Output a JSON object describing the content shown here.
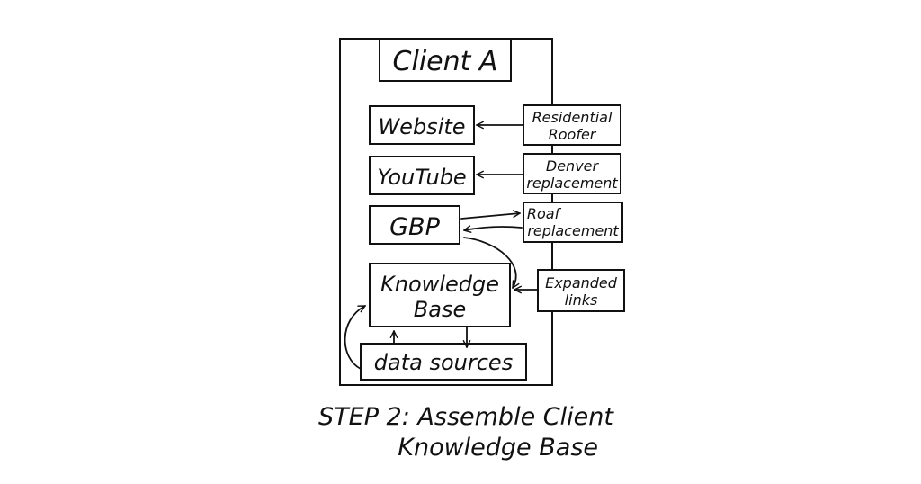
{
  "diagram": {
    "container_title": "Client A",
    "nodes": {
      "website": "Website",
      "youtube": "YouTube",
      "gbp": "GBP",
      "knowledge_base": [
        "Knowledge",
        "Base"
      ],
      "data_sources": "data sources"
    },
    "inputs": {
      "residential_roofer": [
        "Residential",
        "Roofer"
      ],
      "denver_replacement": [
        "Denver",
        "replacement"
      ],
      "roaf_replacement": [
        "Roaf",
        "replacement"
      ],
      "expanded_links": [
        "Expanded",
        "links"
      ]
    },
    "caption": [
      "STEP 2: Assemble Client",
      "Knowledge Base"
    ]
  },
  "colors": {
    "ink": "#111111",
    "background": "#ffffff"
  }
}
